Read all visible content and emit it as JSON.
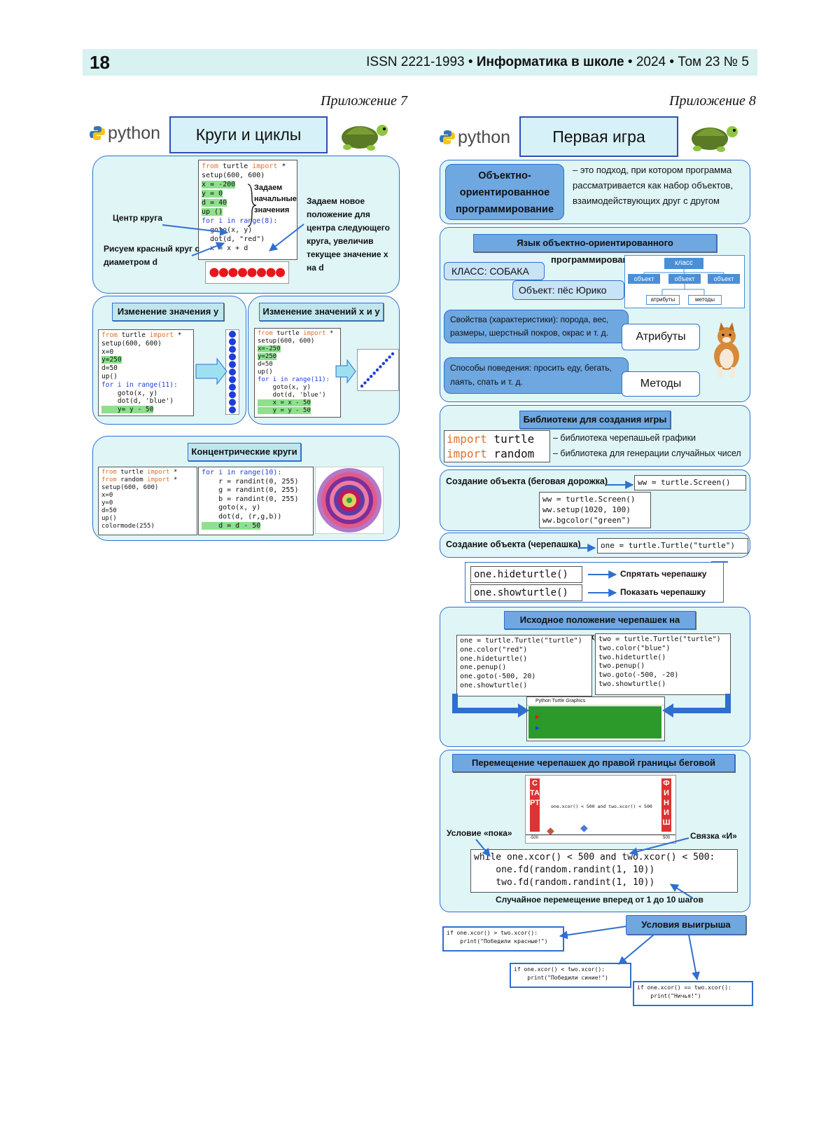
{
  "header": {
    "page_number": "18",
    "issn": "ISSN 2221-1993",
    "sep": " • ",
    "journal": "Информатика в школе",
    "year": "2024",
    "volume": "Том 23 № 5"
  },
  "left": {
    "appendix": "Приложение 7",
    "python": "python",
    "title": "Круги и циклы",
    "block1": {
      "code": [
        [
          "from",
          "kw"
        ],
        [
          " turtle ",
          ""
        ],
        [
          "import",
          "kw"
        ],
        [
          " *",
          ""
        ]
      ],
      "lines": [
        "setup(600, 600)",
        "x = -200",
        "y = 0",
        "d = 40",
        "up ()",
        "for i in range(8):",
        "  goto(x, y)",
        "  dot(d, \"red\")",
        "  x = x + d"
      ],
      "brace_label": "Задаем начальные значения",
      "center_label": "Центр круга",
      "draw_label": "Рисуем красный круг с диаметром d",
      "new_pos_label": "Задаем новое положение для центра следующего круга, увеличив текущее значение х на d"
    },
    "block2": {
      "title": "Изменение значения y",
      "lines": [
        "from turtle import *",
        "setup(600, 600)",
        "x=0",
        "y=250",
        "d=50",
        "up()",
        "for i in range(11):",
        "    goto(x, y)",
        "    dot(d, 'blue')",
        "    y= y - 50"
      ]
    },
    "block3": {
      "title": "Изменение значений x и  y",
      "lines": [
        "from turtle import *",
        "setup(600, 600)",
        "x=-250",
        "y=250",
        "d=50",
        "up()",
        "for i in range(11):",
        "    goto(x, y)",
        "    dot(d, 'blue')",
        "    x = x - 50",
        "    y = y - 50"
      ]
    },
    "block4": {
      "title": "Концентрические круги",
      "lines_a": [
        "from turtle import *",
        "from random import *",
        "setup(600, 600)",
        "x=0",
        "y=0",
        "d=50",
        "up()",
        "colormode(255)"
      ],
      "lines_b": [
        "for i in range(10):",
        "    r = randint(0, 255)",
        "    g = randint(0, 255)",
        "    b = randint(0, 255)",
        "    goto(x, y)",
        "    dot(d, (r,g,b))",
        "    d = d - 50"
      ]
    }
  },
  "right": {
    "appendix": "Приложение 8",
    "python": "python",
    "title": "Первая игра",
    "oop": {
      "name": "Объектно-ориентированное программирование",
      "desc": "– это подход, при котором программа рассматривается как набор объектов, взаимодействующих друг с другом"
    },
    "lang": {
      "title": "Язык объектно-ориентированного программирования",
      "class": "КЛАСС: СОБАКА",
      "object": "Объект: пёс Юрико",
      "diagram": {
        "root": "класс",
        "children": [
          "объект",
          "объект",
          "объект"
        ],
        "leaves": [
          "атрибуты",
          "методы"
        ]
      },
      "props": "Свойства (характеристики): порода, вес, размеры, шерстный покров, окрас и т. д.",
      "attrs": "Атрибуты",
      "behav": "Способы поведения: просить еду, бегать, лаять, спать и т. д.",
      "methods": "Методы"
    },
    "libs": {
      "title": "Библиотеки для создания игры",
      "l1": "import turtle",
      "d1": "– библиотека черепашьей графики",
      "l2": "import random",
      "d2": "– библиотека для генерации случайных чисел"
    },
    "screen": {
      "label": "Создание объекта (беговая дорожка)",
      "code1": "ww = turtle.Screen()",
      "code2": [
        "ww = turtle.Screen()",
        "ww.setup(1020, 100)",
        "ww.bgcolor(\"green\")"
      ]
    },
    "turtleobj": {
      "label": "Создание объекта (черепашка)",
      "code": "one = turtle.Turtle(\"turtle\")"
    },
    "hide": {
      "c1": "one.hideturtle()",
      "d1": "Спрятать черепашку",
      "c2": "one.showturtle()",
      "d2": "Показать черепашку"
    },
    "initial": {
      "title": "Исходное положение черепашек на экране",
      "a": [
        "one = turtle.Turtle(\"turtle\")",
        "one.color(\"red\")",
        "one.hideturtle()",
        "one.penup()",
        "one.goto(-500, 20)",
        "one.showturtle()"
      ],
      "b": [
        "two = turtle.Turtle(\"turtle\")",
        "two.color(\"blue\")",
        "two.hideturtle()",
        "two.penup()",
        "two.goto(-500, -20)",
        "two.showturtle()"
      ],
      "win": "Python Turtle Graphics"
    },
    "move": {
      "title": "Перемещение черепашек до правой границы беговой дорожки",
      "start": "СТАРТ",
      "finish": "ФИНИШ",
      "cond_img": "one.xcor() < 500 and two.xcor() < 500",
      "tick_l": "-500",
      "tick_r": "500",
      "while_label": "Условие «пока»",
      "and_label": "Связка «И»",
      "code": [
        "while one.xcor() < 500 and two.xcor() < 500:",
        "    one.fd(random.randint(1, 10))",
        "    two.fd(random.randint(1, 10))"
      ],
      "caption": "Случайное перемещение вперед от 1 до 10 шагов"
    },
    "win": {
      "title": "Условия выигрыша",
      "c1": [
        "if one.xcor() > two.xcor():",
        "    print(\"Победили красные!\")"
      ],
      "c2": [
        "if one.xcor() < two.xcor():",
        "    print(\"Победили синие!\")"
      ],
      "c3": [
        "if one.xcor() == two.xcor():",
        "    print(\"Ничья!\")"
      ]
    }
  },
  "colors": {
    "panel": "#dff5f6",
    "border": "#2f6fd0",
    "title": "#bfe6ee",
    "green_code": "#8ee08e",
    "red": "#e8161b",
    "blue": "#1d3fd6"
  }
}
